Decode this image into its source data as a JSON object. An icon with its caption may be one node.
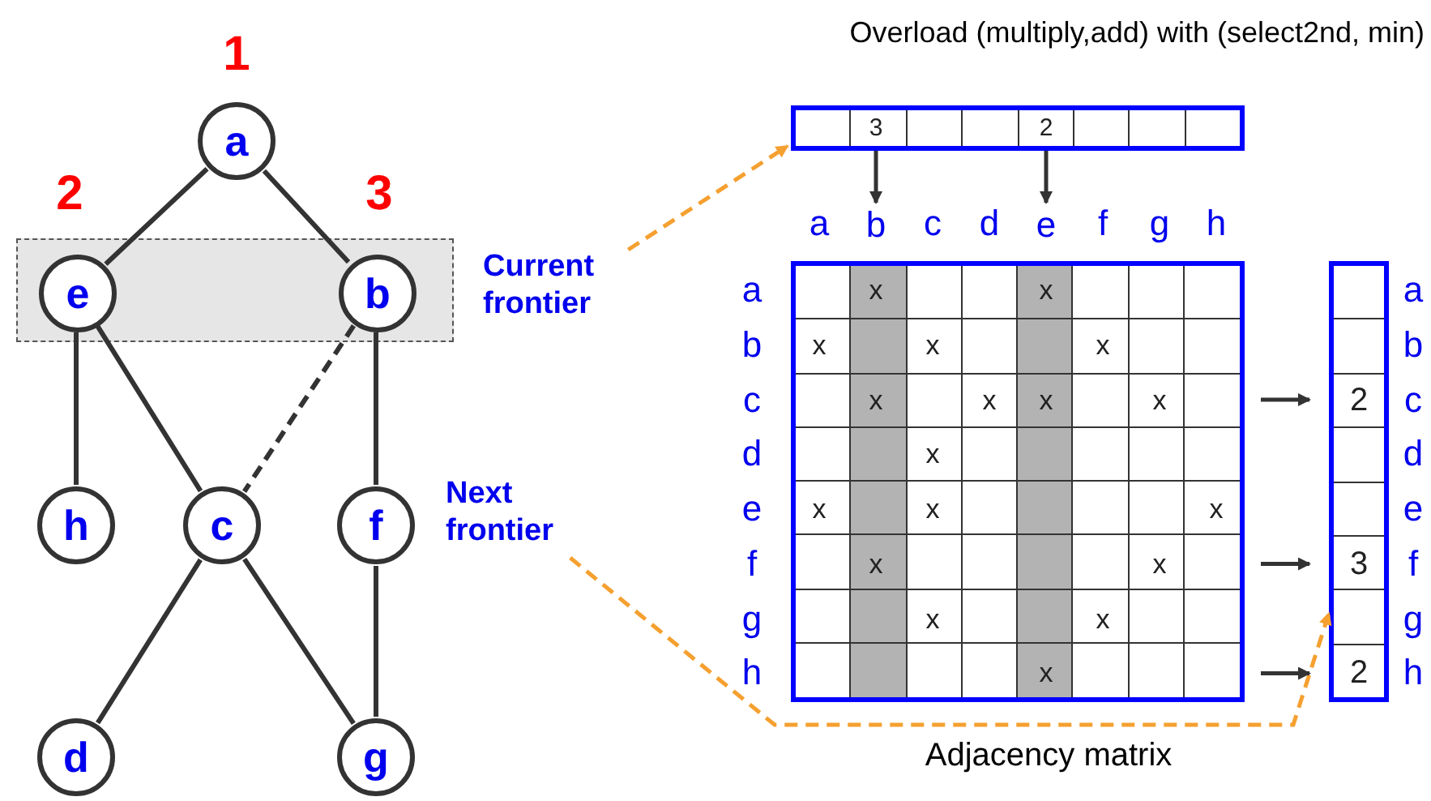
{
  "diagram": {
    "title": "Overload (multiply,add) with (select2nd, min)",
    "nodes": [
      {
        "text": [
          "a"
        ],
        "beside": [
          "1"
        ]
      },
      {
        "text": [],
        "shape": "box"
      },
      {
        "text": [
          "e"
        ],
        "in": 1,
        "beside": [
          "2"
        ]
      },
      {
        "text": [
          "b"
        ],
        "in": 1,
        "beside": [
          "3"
        ]
      },
      {
        "text": [
          "h"
        ]
      },
      {
        "text": [
          "c"
        ]
      },
      {
        "text": [
          "f"
        ]
      },
      {
        "text": [
          "d"
        ]
      },
      {
        "text": [
          "g"
        ]
      },
      {
        "text": [
          "Current frontier"
        ]
      },
      {
        "text": [
          "Next frontier"
        ]
      },
      {
        "text": [],
        "shape": "box"
      },
      {
        "text": [],
        "shape": "box",
        "beside": [
          "Adjacency matrix"
        ]
      },
      {
        "text": [],
        "shape": "box"
      },
      {
        "text": [
          "b"
        ]
      },
      {
        "text": [
          "e"
        ]
      }
    ],
    "edges": [
      {
        "from": 0,
        "to": 2,
        "arrow": "none"
      },
      {
        "from": 0,
        "to": 3,
        "arrow": "none"
      },
      {
        "from": 2,
        "to": 4,
        "arrow": "none"
      },
      {
        "from": 2,
        "to": 5,
        "arrow": "none"
      },
      {
        "from": 3,
        "to": 5,
        "arrow": "none",
        "style": "dashed"
      },
      {
        "from": 3,
        "to": 6,
        "arrow": "none"
      },
      {
        "from": 5,
        "to": 7,
        "arrow": "none"
      },
      {
        "from": 5,
        "to": 8,
        "arrow": "none"
      },
      {
        "from": 6,
        "to": 8,
        "arrow": "none"
      },
      {
        "from": 9,
        "to": 11,
        "arrow": "to",
        "style": "dashed",
        "color": "#f5a030"
      },
      {
        "from": 10,
        "to": 13,
        "arrow": "to",
        "style": "dashed",
        "color": "#f5a030"
      },
      {
        "from": 11,
        "to": 14,
        "arrow": "to"
      },
      {
        "from": 11,
        "to": 15,
        "arrow": "to"
      },
      {
        "from": 12,
        "to": 13,
        "arrow": "to"
      },
      {
        "from": 12,
        "to": 13,
        "arrow": "to"
      },
      {
        "from": 12,
        "to": 13,
        "arrow": "to"
      }
    ],
    "labels": [
      "3",
      "2",
      "a",
      "c",
      "d",
      "f",
      "g",
      "h",
      "a",
      "x",
      "x",
      "a",
      "b",
      "x",
      "x",
      "x",
      "b",
      "c",
      "x",
      "x",
      "x",
      "x",
      "2",
      "c",
      "d",
      "x",
      "d",
      "e",
      "x",
      "x",
      "x",
      "e",
      "f",
      "x",
      "x",
      "3",
      "f",
      "g",
      "x",
      "x",
      "g",
      "h",
      "x",
      "2",
      "h"
    ]
  }
}
